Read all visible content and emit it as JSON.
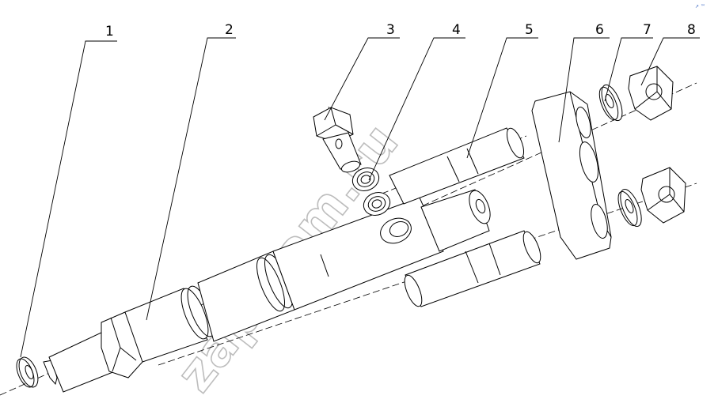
{
  "diagram": {
    "callouts": [
      {
        "id": "1",
        "label": "1"
      },
      {
        "id": "2",
        "label": "2"
      },
      {
        "id": "3",
        "label": "3"
      },
      {
        "id": "4",
        "label": "4"
      },
      {
        "id": "5",
        "label": "5"
      },
      {
        "id": "6",
        "label": "6"
      },
      {
        "id": "7",
        "label": "7"
      },
      {
        "id": "8",
        "label": "8"
      }
    ],
    "watermark": "zap-kam.ru",
    "corner_mark": "↗ ™"
  }
}
